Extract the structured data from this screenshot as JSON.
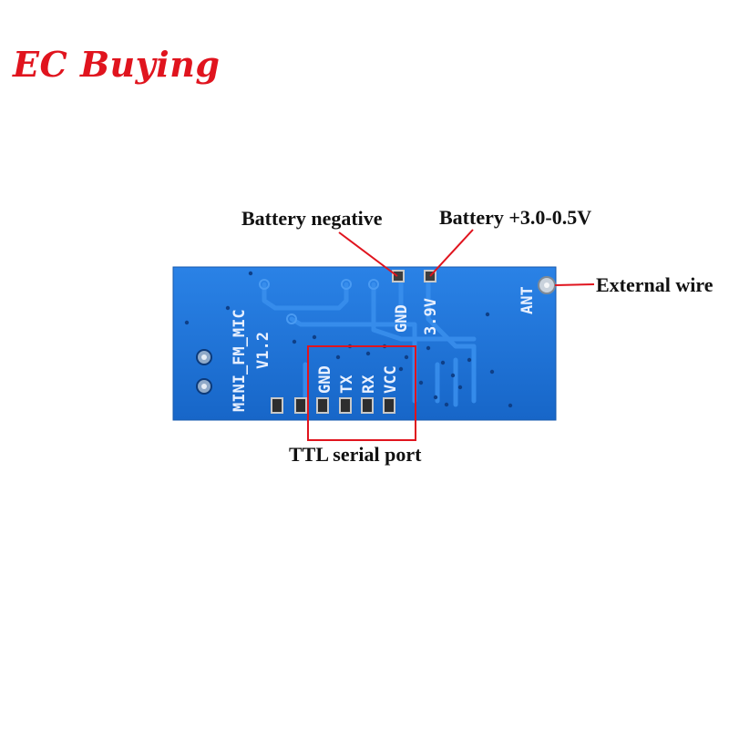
{
  "brand": {
    "text": "EC Buying",
    "color": "#e0141e"
  },
  "callouts": {
    "battery_negative": "Battery negative",
    "battery_positive": "Battery +3.0-0.5V",
    "external_wire": "External wire",
    "ttl_serial_port": "TTL serial port",
    "line_color": "#e0141e"
  },
  "board": {
    "color": "#1c73d8",
    "model": "MINI_FM_MIC",
    "version": "V1.2",
    "ant_label": "ANT",
    "battery_pins": [
      "GND",
      "3.9V"
    ],
    "serial_pins": [
      "GND",
      "TX",
      "RX",
      "VCC"
    ]
  }
}
